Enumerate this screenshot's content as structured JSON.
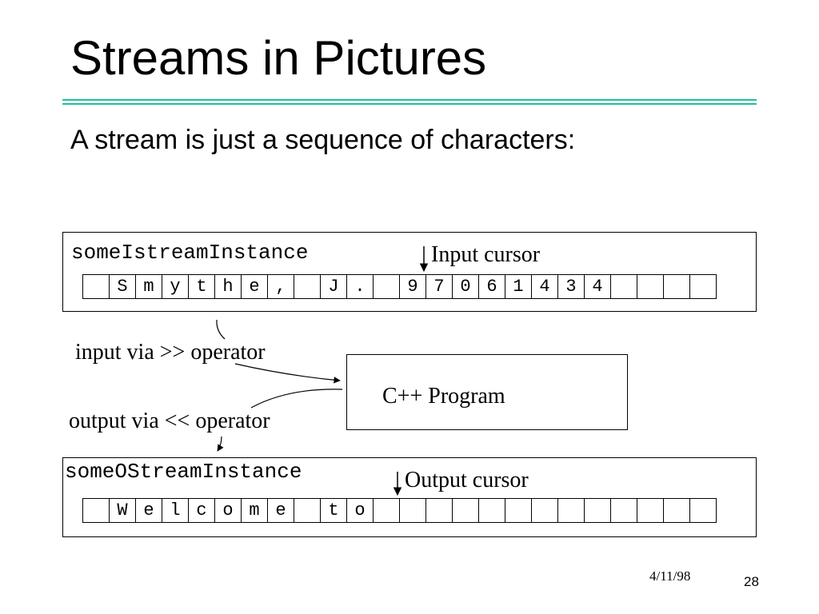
{
  "slide": {
    "title": "Streams in Pictures",
    "subtitle": "A stream is just a sequence of characters:",
    "accent_color": "#1fbf9f"
  },
  "input_stream": {
    "name": "someIstreamInstance",
    "cursor_label": "Input cursor",
    "cells": [
      "",
      "S",
      "m",
      "y",
      "t",
      "h",
      "e",
      ",",
      "",
      "J",
      ".",
      "",
      "9",
      "7",
      "0",
      "6",
      "1",
      "4",
      "3",
      "4",
      "",
      "",
      "",
      ""
    ]
  },
  "output_stream": {
    "name": "someOStreamInstance",
    "cursor_label": "Output cursor",
    "cells": [
      "",
      "W",
      "e",
      "l",
      "c",
      "o",
      "m",
      "e",
      "",
      "t",
      "o",
      "",
      "",
      "",
      "",
      "",
      "",
      "",
      "",
      "",
      "",
      "",
      "",
      ""
    ]
  },
  "program": {
    "label": "C++ Program"
  },
  "operators": {
    "input_label": "input via >> operator",
    "output_label": "output via << operator"
  },
  "footer": {
    "date": "4/11/98",
    "page": "28"
  }
}
